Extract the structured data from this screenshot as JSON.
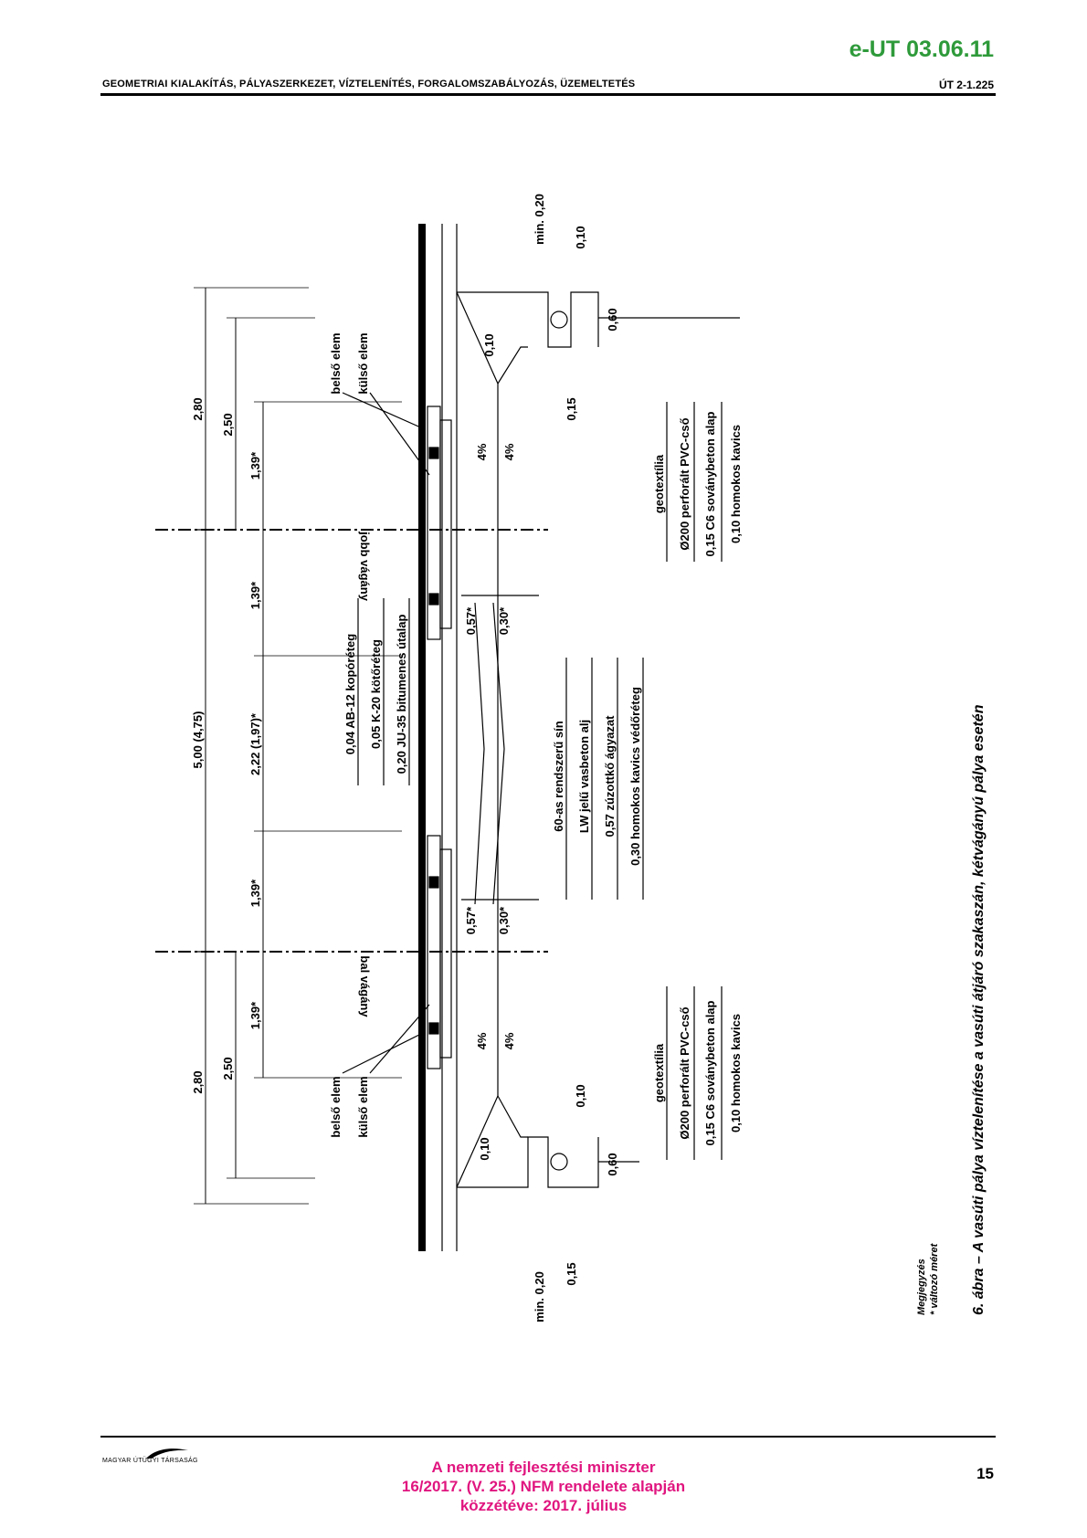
{
  "header": {
    "doc_code": "e-UT 03.06.11",
    "section_title": "GEOMETRIAI KIALAKÍTÁS, PÁLYASZERKEZET, VÍZTELENÍTÉS, FORGALOMSZABÁLYOZÁS, ÜZEMELTETÉS",
    "standard_code": "ÚT 2-1.225"
  },
  "drawing": {
    "dims": {
      "top_total": "2,80",
      "top_mid": "2,50",
      "top_small": "1,39*",
      "mid_upper": "1,39*",
      "middle_total": "5,00 (4,75)",
      "middle_gap": "2,22 (1,97)*",
      "mid_lower": "1,39*",
      "bottom_small": "1,39*",
      "bottom_mid": "2,50",
      "bottom_total": "2,80"
    },
    "tracks": {
      "right_track": "jobb vágány",
      "left_track": "bal vágány"
    },
    "elements": {
      "inner": "belső elem",
      "outer": "külső elem"
    },
    "road_layers": [
      "0,04 AB-12 kopóréteg",
      "0,05 K-20 kötőréteg",
      "0,20 JU-35 bitumenes útalap"
    ],
    "rail_layers": [
      "60-as rendszerű sín",
      "LW jelű vasbeton alj",
      "0,57 zúzottkő ágyazat",
      "0,30 homokos kavics védőréteg"
    ],
    "drain_layers": [
      "geotextília",
      "Ø200 perforált PVC-cső",
      "0,15 C6 soványbeton alap",
      "0,10 homokos kavics"
    ],
    "depths": {
      "ballast": "0,57*",
      "protective": "0,30*"
    },
    "slope": "4%",
    "small_dims": {
      "min": "min. 0,20",
      "d010": "0,10",
      "d015": "0,15",
      "d060": "0,60"
    },
    "note_title": "Megjegyzés",
    "note_text": "* változó méret",
    "figure_caption": "6. ábra – A vasúti pálya víztelenítése a vasúti átjáró szakaszán, kétvágányú pálya esetén"
  },
  "footer": {
    "logo_text": "MAGYAR ÚTÜGYI TÁRSASÁG",
    "line1": "A nemzeti fejlesztési miniszter",
    "line2": "16/2017. (V. 25.) NFM rendelete alapján",
    "line3": "közzétéve: 2017. július",
    "page_number": "15"
  }
}
